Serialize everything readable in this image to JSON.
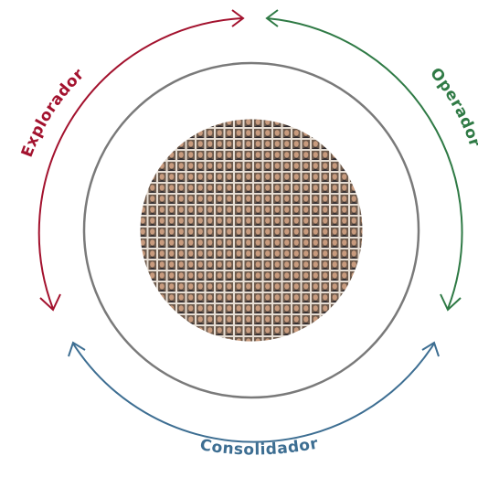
{
  "diagram": {
    "cycle_labels": [
      {
        "id": "explorador",
        "text": "Explorador",
        "color": "#a3122e"
      },
      {
        "id": "operador",
        "text": "Operador",
        "color": "#2f7a45"
      },
      {
        "id": "consolidador",
        "text": "Consolidador",
        "color": "#3d6e92"
      }
    ],
    "outer_ring_color": "#7a7a7a",
    "center_image": "photo-mosaic-of-faces"
  }
}
